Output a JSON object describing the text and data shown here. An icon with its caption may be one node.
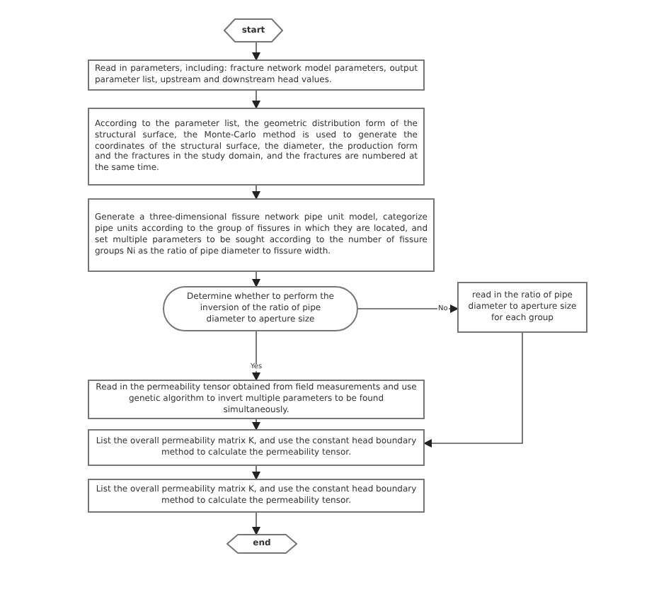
{
  "diagram": {
    "nodes": [
      {
        "text": [
          "start"
        ]
      },
      {
        "text": [
          "Read in parameters, including: fracture network model parameters, output parameter list, upstream and downstream head values."
        ]
      },
      {
        "text": [
          "According to the parameter list, the geometric distribution form of the structural surface, the Monte-Carlo method is used to generate the coordinates of the structural surface, the diameter, the production form and the fractures in the study domain, and the fractures are numbered at the same time."
        ]
      },
      {
        "text": [
          "Generate a three-dimensional fissure network pipe unit model, categorize pipe units according to the group of fissures in which they are located, and set multiple parameters to be sought according to the number of fissure groups Ni as the ratio of pipe diameter to fissure width."
        ]
      },
      {
        "text": [
          "Determine whether to perform the inversion of the ratio of pipe diameter to aperture size"
        ]
      },
      {
        "text": [
          "Read in the permeability tensor obtained from field measurements and use genetic algorithm to invert multiple parameters to be found simultaneously."
        ]
      },
      {
        "text": [
          "read in the ratio of pipe diameter to aperture size for each group"
        ]
      },
      {
        "text": [
          "List the overall permeability matrix K, and use the constant head boundary method to calculate the permeability tensor."
        ]
      },
      {
        "text": [
          "List the overall permeability matrix K, and use the constant head boundary method to calculate the permeability tensor."
        ]
      },
      {
        "text": [
          "end"
        ]
      }
    ],
    "edges": [
      {
        "from": 0,
        "to": 1,
        "arrow": "to"
      },
      {
        "from": 1,
        "to": 2,
        "arrow": "to"
      },
      {
        "from": 2,
        "to": 3,
        "arrow": "to"
      },
      {
        "from": 3,
        "to": 4,
        "arrow": "to"
      },
      {
        "from": 4,
        "to": 5,
        "arrow": "to",
        "label": "Yes"
      },
      {
        "from": 4,
        "to": 6,
        "arrow": "to",
        "label": "No"
      },
      {
        "from": 6,
        "to": 7,
        "arrow": "to"
      },
      {
        "from": 5,
        "to": 7,
        "arrow": "to"
      },
      {
        "from": 7,
        "to": 8,
        "arrow": "to"
      },
      {
        "from": 8,
        "to": 9,
        "arrow": "to"
      }
    ]
  }
}
